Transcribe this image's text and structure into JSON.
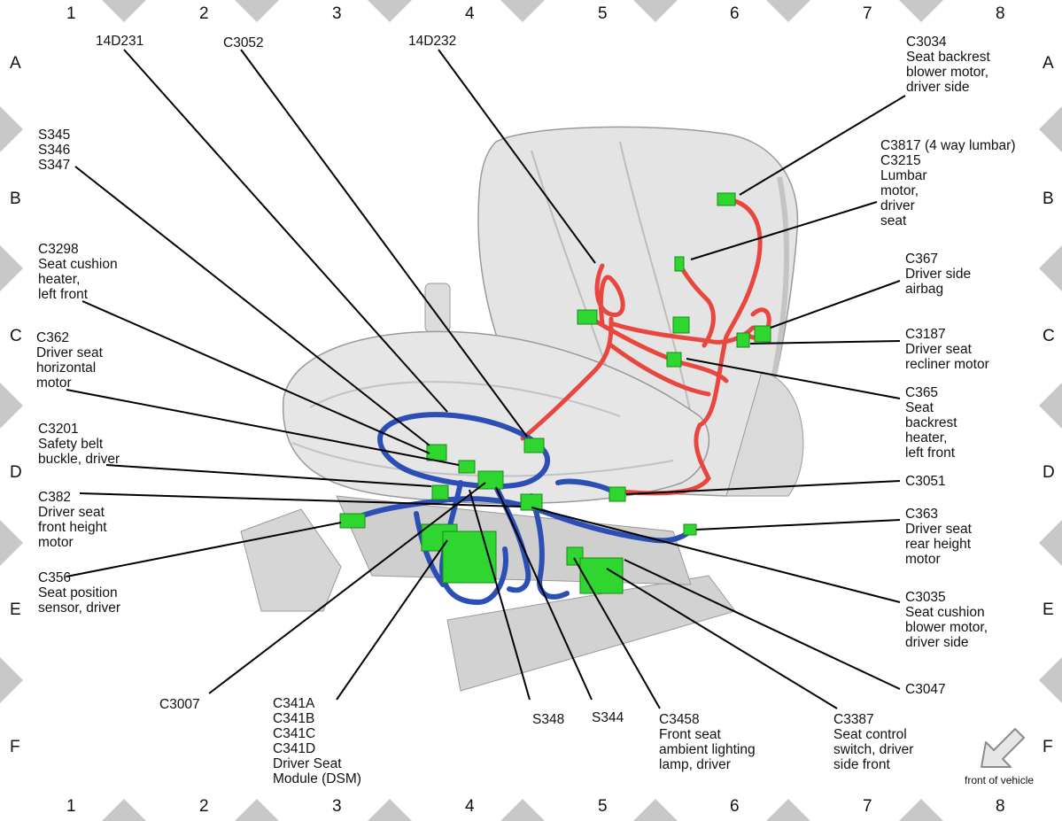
{
  "grid": {
    "columns": [
      "1",
      "2",
      "3",
      "4",
      "5",
      "6",
      "7",
      "8"
    ],
    "rows": [
      "A",
      "B",
      "C",
      "D",
      "E",
      "F"
    ]
  },
  "callouts": {
    "c14d231": "14D231",
    "c3052": "C3052",
    "c14d232": "14D232",
    "c3034": "C3034\nSeat backrest\nblower motor,\ndriver side",
    "s345": "S345\nS346\nS347",
    "c3817": "C3817 (4 way lumbar)\nC3215\nLumbar\nmotor,\ndriver\nseat",
    "c3298": "C3298\nSeat cushion\nheater,\nleft front",
    "c367": "C367\nDriver side\nairbag",
    "c362": "C362\nDriver seat\nhorizontal\nmotor",
    "c3187": "C3187\nDriver seat\nrecliner motor",
    "c365": "C365\nSeat\nbackrest\nheater,\nleft front",
    "c3201": "C3201\nSafety belt\nbuckle, driver",
    "c3051": "C3051",
    "c382": "C382\nDriver seat\nfront height\nmotor",
    "c363": "C363\nDriver seat\nrear height\nmotor",
    "c356": "C356\nSeat position\nsensor, driver",
    "c3035": "C3035\nSeat cushion\nblower motor,\ndriver side",
    "c3047": "C3047",
    "c3007": "C3007",
    "c341": "C341A\nC341B\nC341C\nC341D\nDriver Seat\nModule (DSM)",
    "s348": "S348",
    "s344": "S344",
    "c3458": "C3458\nFront seat\nambient lighting\nlamp, driver",
    "c3387": "C3387\nSeat control\nswitch, driver\nside front"
  },
  "front_of_vehicle": "front of vehicle",
  "colors": {
    "frame_tab": "#c8c8c8",
    "seat_fill": "#e2e2e2",
    "seat_edge": "#9a9a9a",
    "harness_red": "#e8463e",
    "harness_blue": "#2c4fb5",
    "connector_green": "#2fd62f",
    "leader": "#000000"
  }
}
